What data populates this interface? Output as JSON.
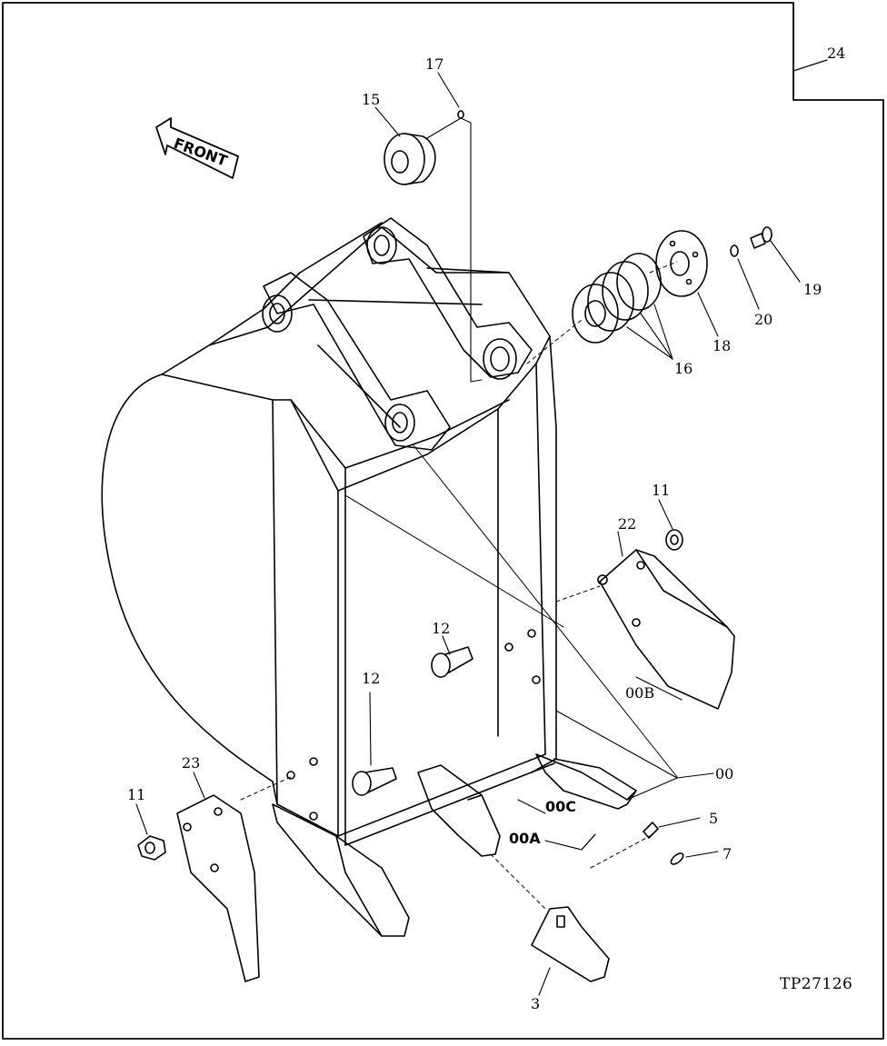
{
  "sheet_number": "24",
  "drawing_ref": "TP27126",
  "front_arrow": "FRONT",
  "callouts": {
    "c17": "17",
    "c15": "15",
    "c19": "19",
    "c20": "20",
    "c18": "18",
    "c16": "16",
    "c11a": "11",
    "c22": "22",
    "c12a": "12",
    "c12b": "12",
    "c00b": "00B",
    "c00": "00",
    "c23": "23",
    "c11b": "11",
    "c00c": "00C",
    "c00a": "00A",
    "c5": "5",
    "c7": "7",
    "c3": "3"
  }
}
